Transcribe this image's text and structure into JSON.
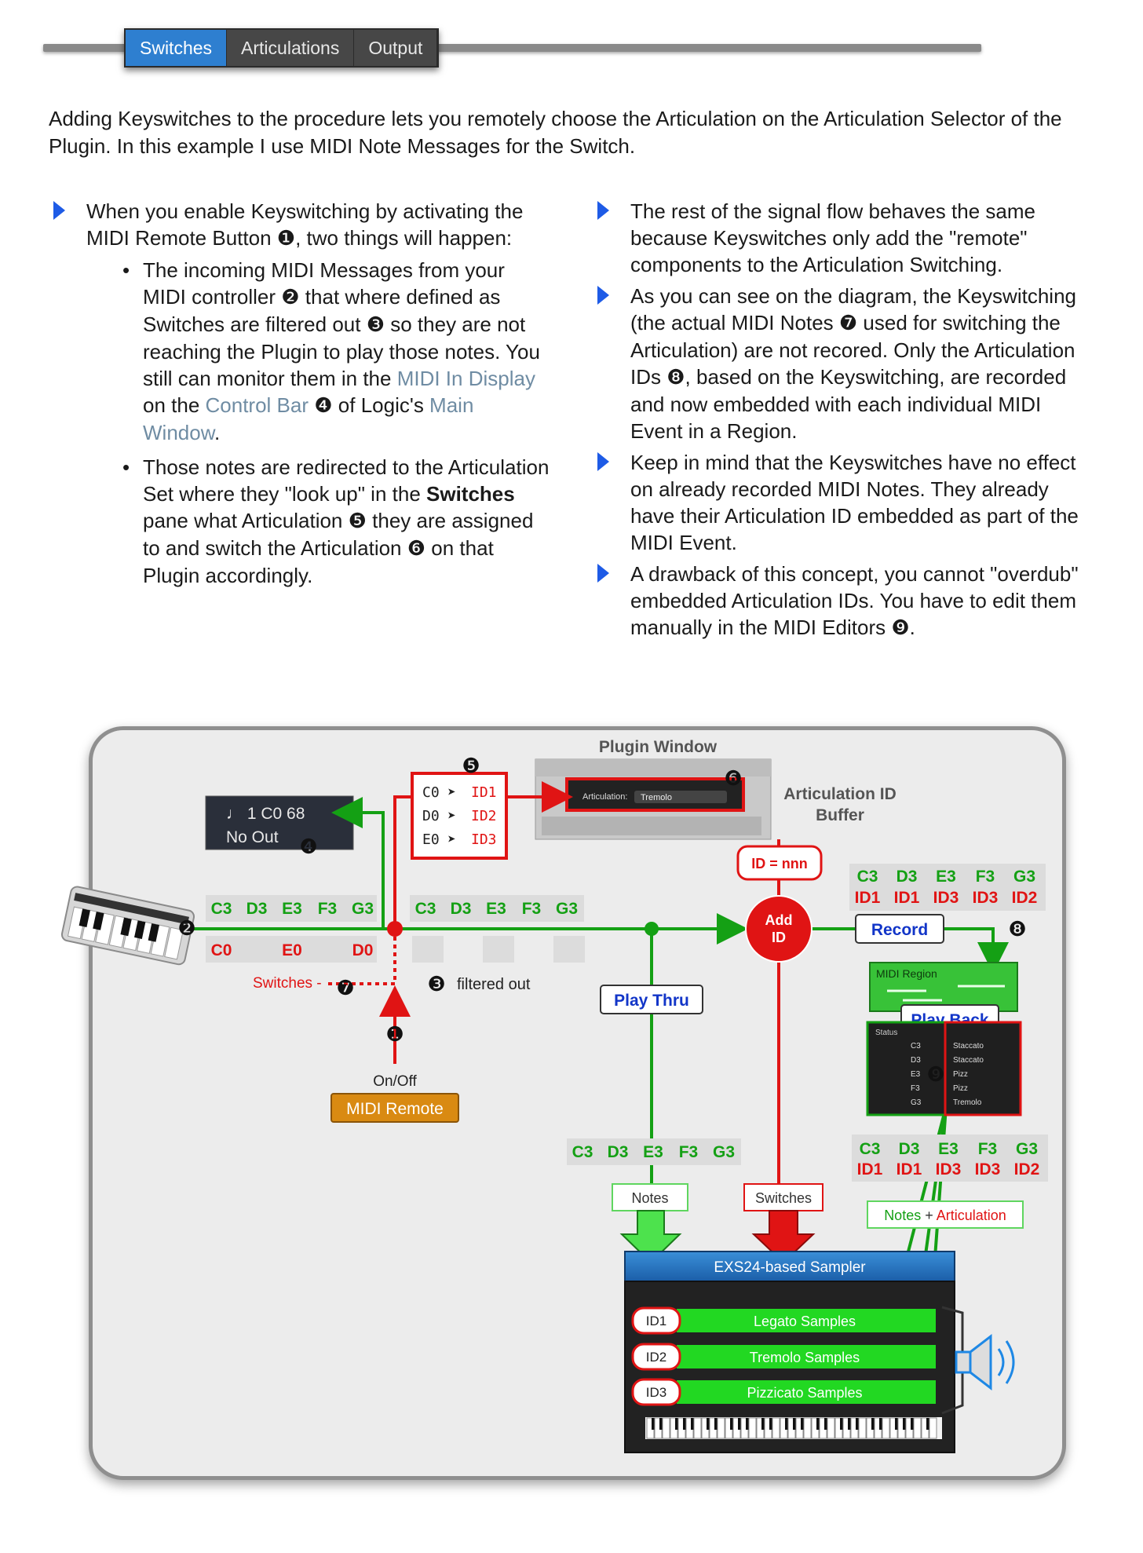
{
  "tabs": [
    {
      "label": "Switches"
    },
    {
      "label": "Articulations"
    },
    {
      "label": "Output"
    }
  ],
  "intro": "Adding Keyswitches to the procedure lets you remotely choose the Articulation on the Articulation Selector of the Plugin. In this example I use MIDI Note Messages for the Switch.",
  "left": {
    "b1": {
      "t1": "When you enable Keyswitching by activating the MIDI Remote Button ",
      "n1": "❶",
      "t2": ", two things will happen:"
    },
    "s1": {
      "t1": "The incoming MIDI Messages from your MIDI controller ",
      "n2": "❷",
      "t2": " that where defined as Switches are filtered out ",
      "n3": "❸",
      "t3": " so they are not reaching the Plugin to play those notes. You still can monitor them in the ",
      "l1": "MIDI In Display",
      "t4": " on the ",
      "l2": "Control Bar",
      "t5": " ",
      "n4": "❹",
      "t6": " of Logic's ",
      "l3": "Main Window",
      "t7": "."
    },
    "s2": {
      "t1": "Those notes are redirected to the Articulation Set where they \"look up\" in the ",
      "b": "Switches",
      "t2": " pane what Articulation ",
      "n5": "❺",
      "t3": " they are assigned to and switch the Articulation ",
      "n6": "❻",
      "t4": " on that Plugin accordingly."
    }
  },
  "right": {
    "b1": "The rest of the signal flow behaves the same because Keyswitches only add the \"remote\" components to the Articulation Switching.",
    "b2": {
      "t1": "As you can see on the diagram, the Keyswitching (the actual MIDI Notes ",
      "n7": "❼",
      "t2": " used for switching the Articulation) are not recored. Only the Articulation IDs ",
      "n8": "❽",
      "t3": ", based on the Keyswitching, are recorded and now embedded with each individual MIDI Event in a Region."
    },
    "b3": "Keep in mind that the Keyswitches have no effect on already recorded MIDI Notes. They already have their Articulation ID embedded as part of the MIDI Event.",
    "b4": {
      "t1": "A drawback of this concept, you cannot \"overdub\" embedded Articulation IDs. You have to edit them manually in the MIDI Editors ",
      "n9": "❾",
      "t2": "."
    }
  },
  "diagram": {
    "plugin_window": "Plugin Window",
    "buffer": [
      "Articulation ID",
      "Buffer"
    ],
    "midi_in": {
      "line1": "♩ 1 C0 68",
      "line2": "No Out"
    },
    "switches_map": [
      {
        "note": "C0",
        "id": "ID1"
      },
      {
        "note": "D0",
        "id": "ID2"
      },
      {
        "note": "E0",
        "id": "ID3"
      }
    ],
    "arrow_glyph": "➤",
    "articulation_label": "Articulation:",
    "articulation_value": "Tremolo",
    "notes_row": [
      "C3",
      "D3",
      "E3",
      "F3",
      "G3"
    ],
    "switch_notes": [
      "C0",
      "E0",
      "D0"
    ],
    "ids_row": [
      "ID1",
      "ID1",
      "ID3",
      "ID3",
      "ID2"
    ],
    "id_nnn": "ID = nnn",
    "add_id": [
      "Add",
      "ID"
    ],
    "record": "Record",
    "play_thru": "Play Thru",
    "play_back": "Play Back",
    "midi_region": "MIDI Region",
    "switches_label": "Switches -",
    "filtered_out": "filtered out",
    "on_off": "On/Off",
    "midi_remote": "MIDI Remote",
    "notes_box": "Notes",
    "switches_box": "Switches",
    "notes_art": {
      "a": "Notes",
      "plus": " + ",
      "b": "Articulation"
    },
    "sampler": "EXS24-based Sampler",
    "lanes": [
      {
        "id": "ID1",
        "name": "Legato Samples"
      },
      {
        "id": "ID2",
        "name": "Tremolo Samples"
      },
      {
        "id": "ID3",
        "name": "Pizzicato Samples"
      }
    ],
    "editor": {
      "status": "Status",
      "notes": [
        "C3",
        "D3",
        "E3",
        "F3",
        "G3"
      ],
      "arts": [
        "Staccato",
        "Staccato",
        "Pizz",
        "Pizz",
        "Tremolo"
      ]
    },
    "badges": {
      "n1": "❶",
      "n2": "❷",
      "n3": "❸",
      "n4": "❹",
      "n5": "❺",
      "n6": "❻",
      "n7": "❼",
      "n8": "❽",
      "n9": "❾"
    },
    "colors": {
      "green": "#14a014",
      "red": "#e01414",
      "blue": "#1235c8"
    }
  }
}
